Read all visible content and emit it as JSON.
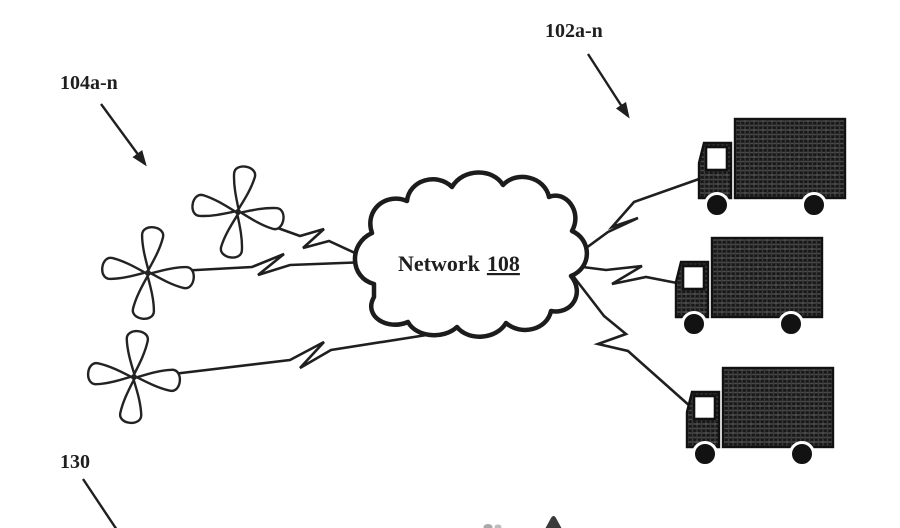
{
  "figure": {
    "background_color": "#ffffff",
    "ink_color": "#1f1f1f",
    "network_cloud": {
      "name": "Network",
      "ref_number": "108"
    },
    "groups": {
      "rotor_units": {
        "label": "104a-n",
        "icon": "rotor-fan-icon",
        "count": 3
      },
      "trucks": {
        "label": "102a-n",
        "icon": "delivery-truck-icon",
        "count": 3
      },
      "bottom_left": {
        "label": "130"
      }
    },
    "links": {
      "style": "lightning-zigzag",
      "left_count": 3,
      "right_count": 3
    }
  }
}
